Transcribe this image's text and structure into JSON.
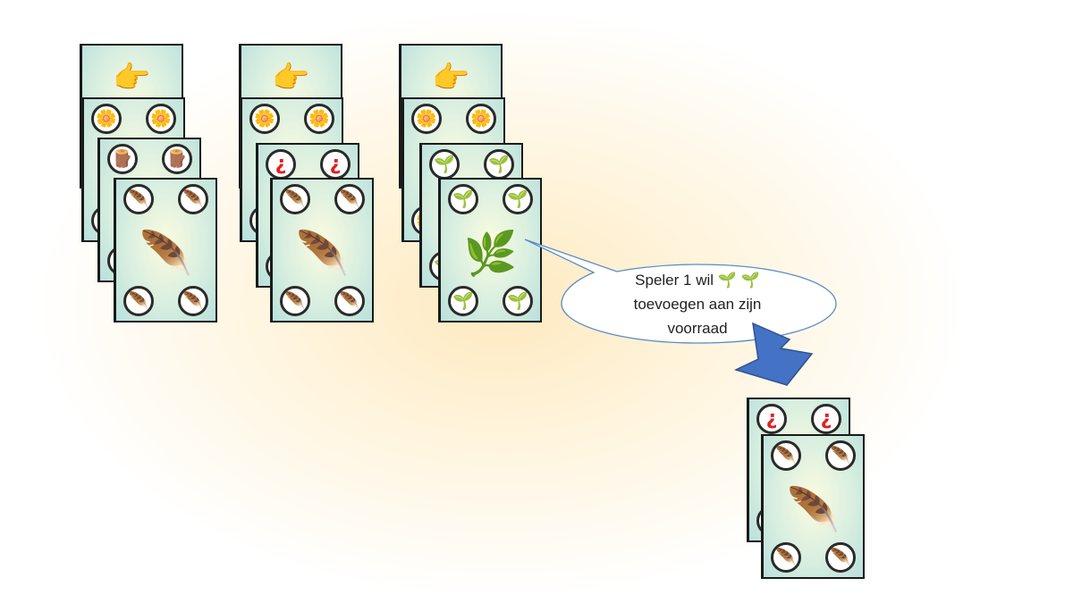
{
  "symbols": {
    "pointer": "👉",
    "flower": "🌼",
    "stump": "🪵",
    "question": "¿",
    "sprout": "🌱",
    "feather": "🪶",
    "grass": "🌿"
  },
  "icon_names": [
    "pointer-hand-icon",
    "flower-icon",
    "tree-stump-icon",
    "question-mark-icon",
    "sprout-icon",
    "feather-icon",
    "grass-icon"
  ],
  "speech_bubble": {
    "line1_prefix": "Speler 1 wil",
    "line1_icons": "🌱 🌱",
    "line2": "toevoegen aan zijn",
    "line3": "voorraad"
  },
  "colors": {
    "card_border": "#1a1a1a",
    "bubble_outline": "#5b8cc4",
    "arrow_fill": "#4472c4",
    "question_mark": "#e02020"
  }
}
